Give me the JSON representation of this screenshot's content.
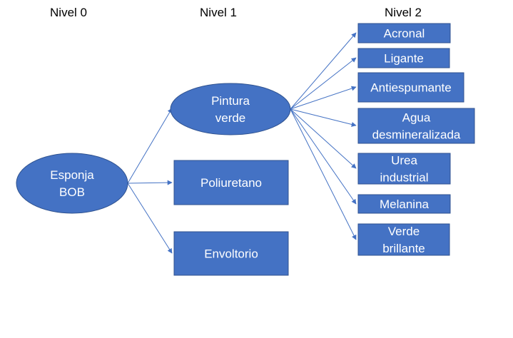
{
  "levels": [
    "Nivel 0",
    "Nivel 1",
    "Nivel 2"
  ],
  "colors": {
    "node_fill": "#4472C4",
    "node_stroke": "#2F528F",
    "connector": "#4472C4",
    "text": "#FFFFFF",
    "label": "#000000"
  },
  "nodes": [
    {
      "id": "esponja",
      "shape": "ellipse",
      "level": 0,
      "lines": [
        "Esponja",
        "BOB"
      ]
    },
    {
      "id": "pintura",
      "shape": "ellipse",
      "level": 1,
      "lines": [
        "Pintura",
        "verde"
      ]
    },
    {
      "id": "poliuretano",
      "shape": "rect",
      "level": 1,
      "lines": [
        "Poliuretano"
      ]
    },
    {
      "id": "envoltorio",
      "shape": "rect",
      "level": 1,
      "lines": [
        "Envoltorio"
      ]
    },
    {
      "id": "acronal",
      "shape": "rect",
      "level": 2,
      "lines": [
        "Acronal"
      ]
    },
    {
      "id": "ligante",
      "shape": "rect",
      "level": 2,
      "lines": [
        "Ligante"
      ]
    },
    {
      "id": "antiespumante",
      "shape": "rect",
      "level": 2,
      "lines": [
        "Antiespumante"
      ]
    },
    {
      "id": "agua",
      "shape": "rect",
      "level": 2,
      "lines": [
        "Agua",
        "desmineralizada"
      ]
    },
    {
      "id": "urea",
      "shape": "rect",
      "level": 2,
      "lines": [
        "Urea",
        "industrial"
      ]
    },
    {
      "id": "melanina",
      "shape": "rect",
      "level": 2,
      "lines": [
        "Melanina"
      ]
    },
    {
      "id": "verde",
      "shape": "rect",
      "level": 2,
      "lines": [
        "Verde",
        "brillante"
      ]
    }
  ],
  "edges": [
    {
      "from": "esponja",
      "to": "pintura"
    },
    {
      "from": "esponja",
      "to": "poliuretano"
    },
    {
      "from": "esponja",
      "to": "envoltorio"
    },
    {
      "from": "pintura",
      "to": "acronal"
    },
    {
      "from": "pintura",
      "to": "ligante"
    },
    {
      "from": "pintura",
      "to": "antiespumante"
    },
    {
      "from": "pintura",
      "to": "agua"
    },
    {
      "from": "pintura",
      "to": "urea"
    },
    {
      "from": "pintura",
      "to": "melanina"
    },
    {
      "from": "pintura",
      "to": "verde"
    }
  ]
}
